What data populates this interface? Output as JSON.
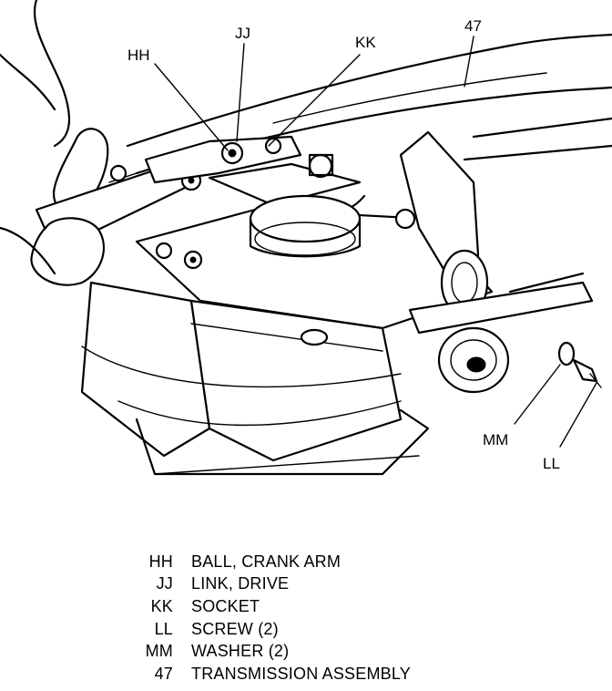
{
  "callouts": {
    "hh": "HH",
    "jj": "JJ",
    "kk": "KK",
    "n47": "47",
    "mm": "MM",
    "ll": "LL"
  },
  "legend": [
    {
      "code": "HH",
      "desc": "BALL, CRANK ARM"
    },
    {
      "code": "JJ",
      "desc": "LINK, DRIVE"
    },
    {
      "code": "KK",
      "desc": "SOCKET"
    },
    {
      "code": "LL",
      "desc": "SCREW (2)"
    },
    {
      "code": "MM",
      "desc": "WASHER (2)"
    },
    {
      "code": "47",
      "desc": "TRANSMISSION ASSEMBLY"
    }
  ],
  "colors": {
    "line": "#000000",
    "background": "#ffffff"
  }
}
